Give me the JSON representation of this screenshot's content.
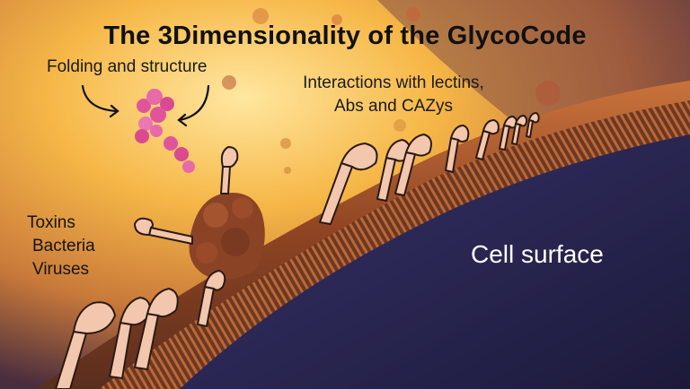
{
  "title": "The 3Dimensionality of the GlycoCode",
  "labels": {
    "folding": "Folding and structure",
    "interactions_line1": "Interactions with lectins,",
    "interactions_line2": "Abs and CAZys",
    "pathogens": [
      "Toxins",
      "Bacteria",
      "Viruses"
    ],
    "cell_surface": "Cell surface"
  },
  "colors": {
    "title_text": "#111111",
    "cell_surface_text": "#ffffff",
    "glycan_fill": "#f3c7ad",
    "glycan_outline": "#2b1a12",
    "membrane": "#a8522a",
    "cell_interior": "#2c2a5a",
    "background_glow": "#f2b23a",
    "molecule_pink": "#e0559a"
  },
  "icons": {
    "glycan": "glycan-hand-icon",
    "arrow": "curved-arrow-icon",
    "molecule": "oligosaccharide-molecule-icon",
    "protein": "membrane-protein-icon"
  }
}
